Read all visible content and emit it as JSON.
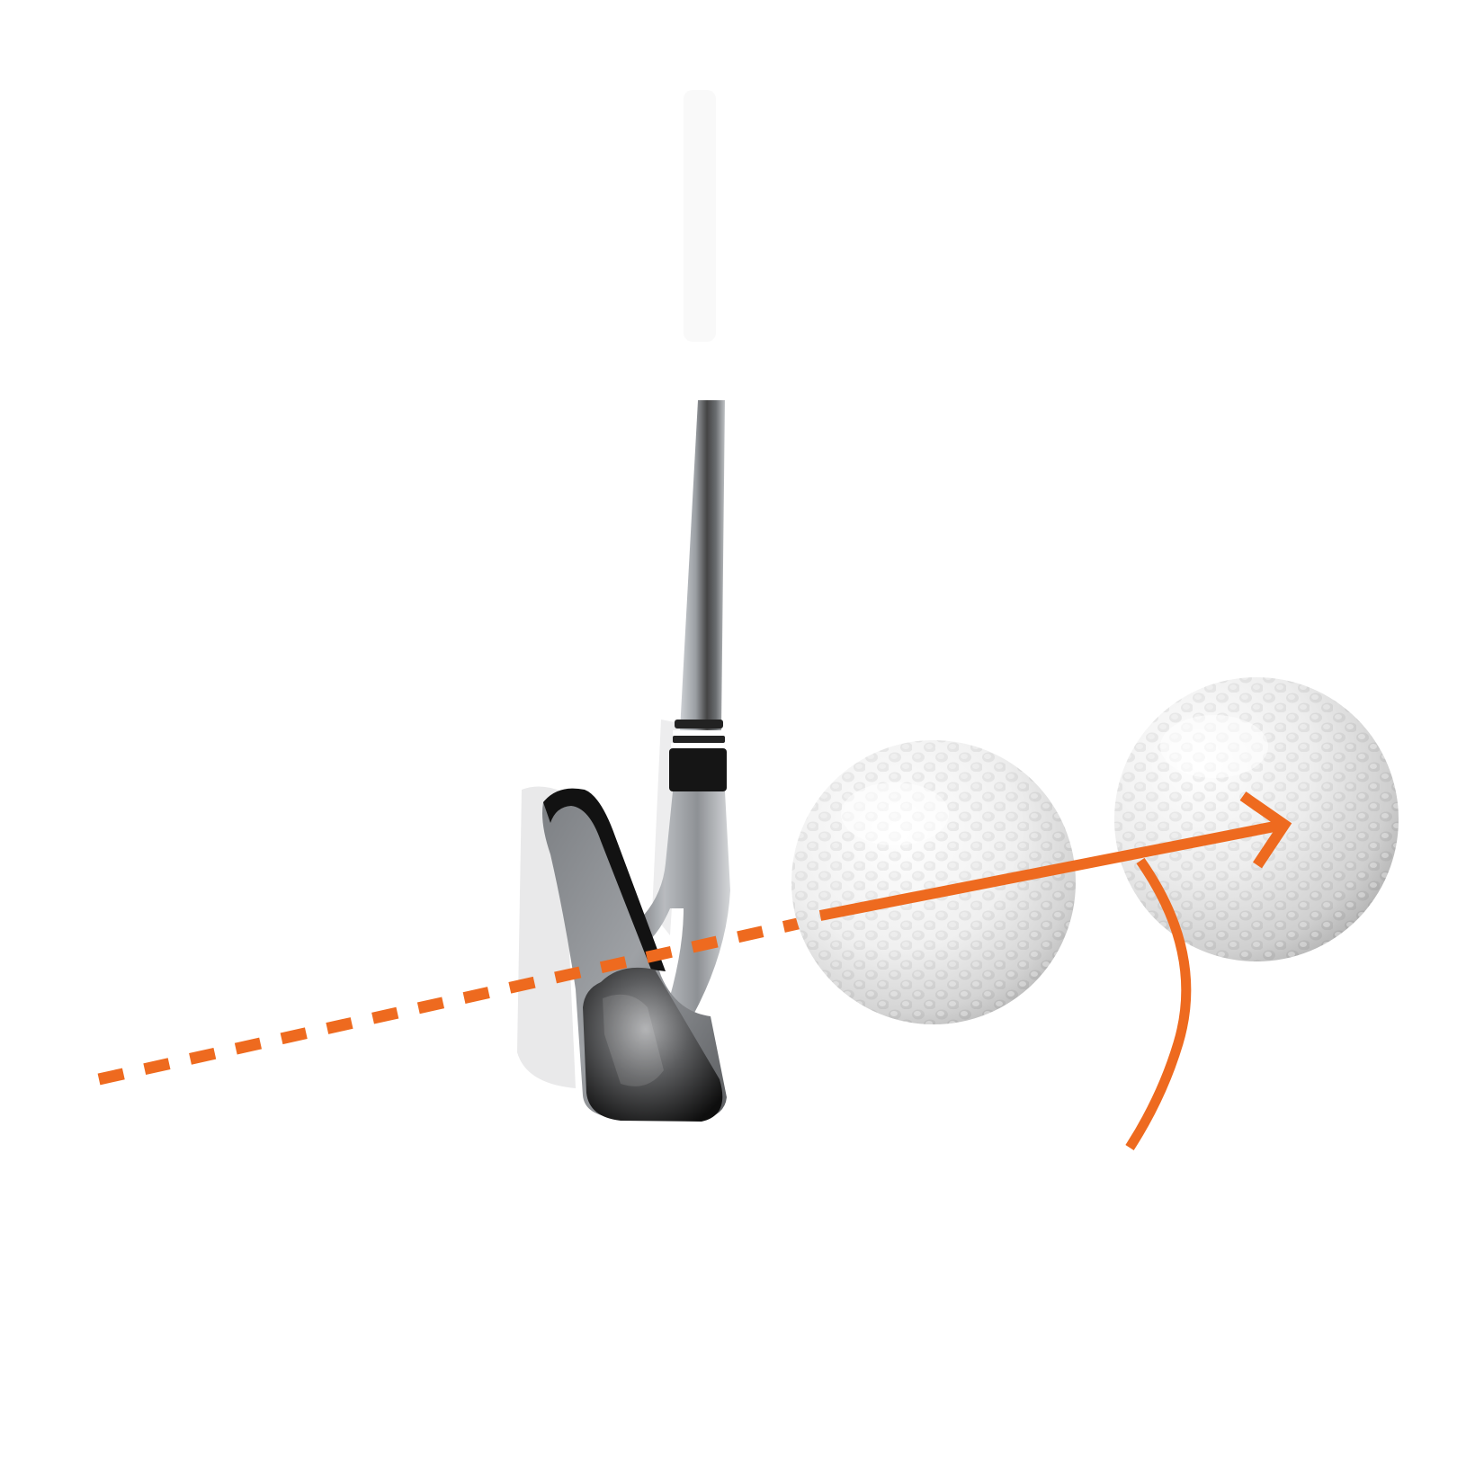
{
  "diagram": {
    "elements": [
      "iron-club",
      "golf-ball-impact",
      "golf-ball-launch",
      "swing-path-line",
      "ball-flight-arrow",
      "face-rotation-arc"
    ]
  },
  "colors": {
    "background": "#ffffff",
    "accent": "#EE6A1F",
    "club_head_dark": "#111111",
    "club_shaft": "#8a8d91",
    "ball": "#f3f3f3"
  },
  "icons": {
    "club": "golf-iron-icon",
    "ball": "golf-ball-icon",
    "arrow": "arrow-icon"
  }
}
